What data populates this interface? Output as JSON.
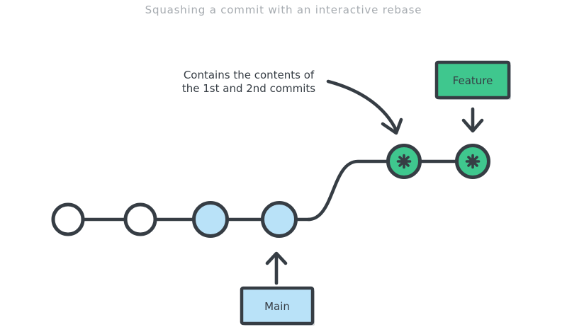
{
  "title": "Squashing a commit with an interactive rebase",
  "annotation": {
    "line1": "Contains the contents of",
    "line2": "the 1st and 2nd commits"
  },
  "branch_labels": {
    "feature": "Feature",
    "main": "Main"
  },
  "colors": {
    "dark": "#363d44",
    "green": "#3fc78e",
    "light-blue": "#b9e2f8",
    "white": "#ffffff",
    "title-gray": "#a6abb0",
    "shadow": "#d4d7da"
  },
  "diagram": {
    "main_branch": {
      "label": "Main",
      "commits": [
        {
          "id": 1,
          "fill": "white"
        },
        {
          "id": 2,
          "fill": "white"
        },
        {
          "id": 3,
          "fill": "light-blue"
        },
        {
          "id": 4,
          "fill": "light-blue"
        }
      ]
    },
    "feature_branch": {
      "label": "Feature",
      "commits": [
        {
          "id": 5,
          "fill": "green",
          "icon": "squash-star-icon"
        },
        {
          "id": 6,
          "fill": "green",
          "icon": "squash-star-icon"
        }
      ]
    }
  }
}
